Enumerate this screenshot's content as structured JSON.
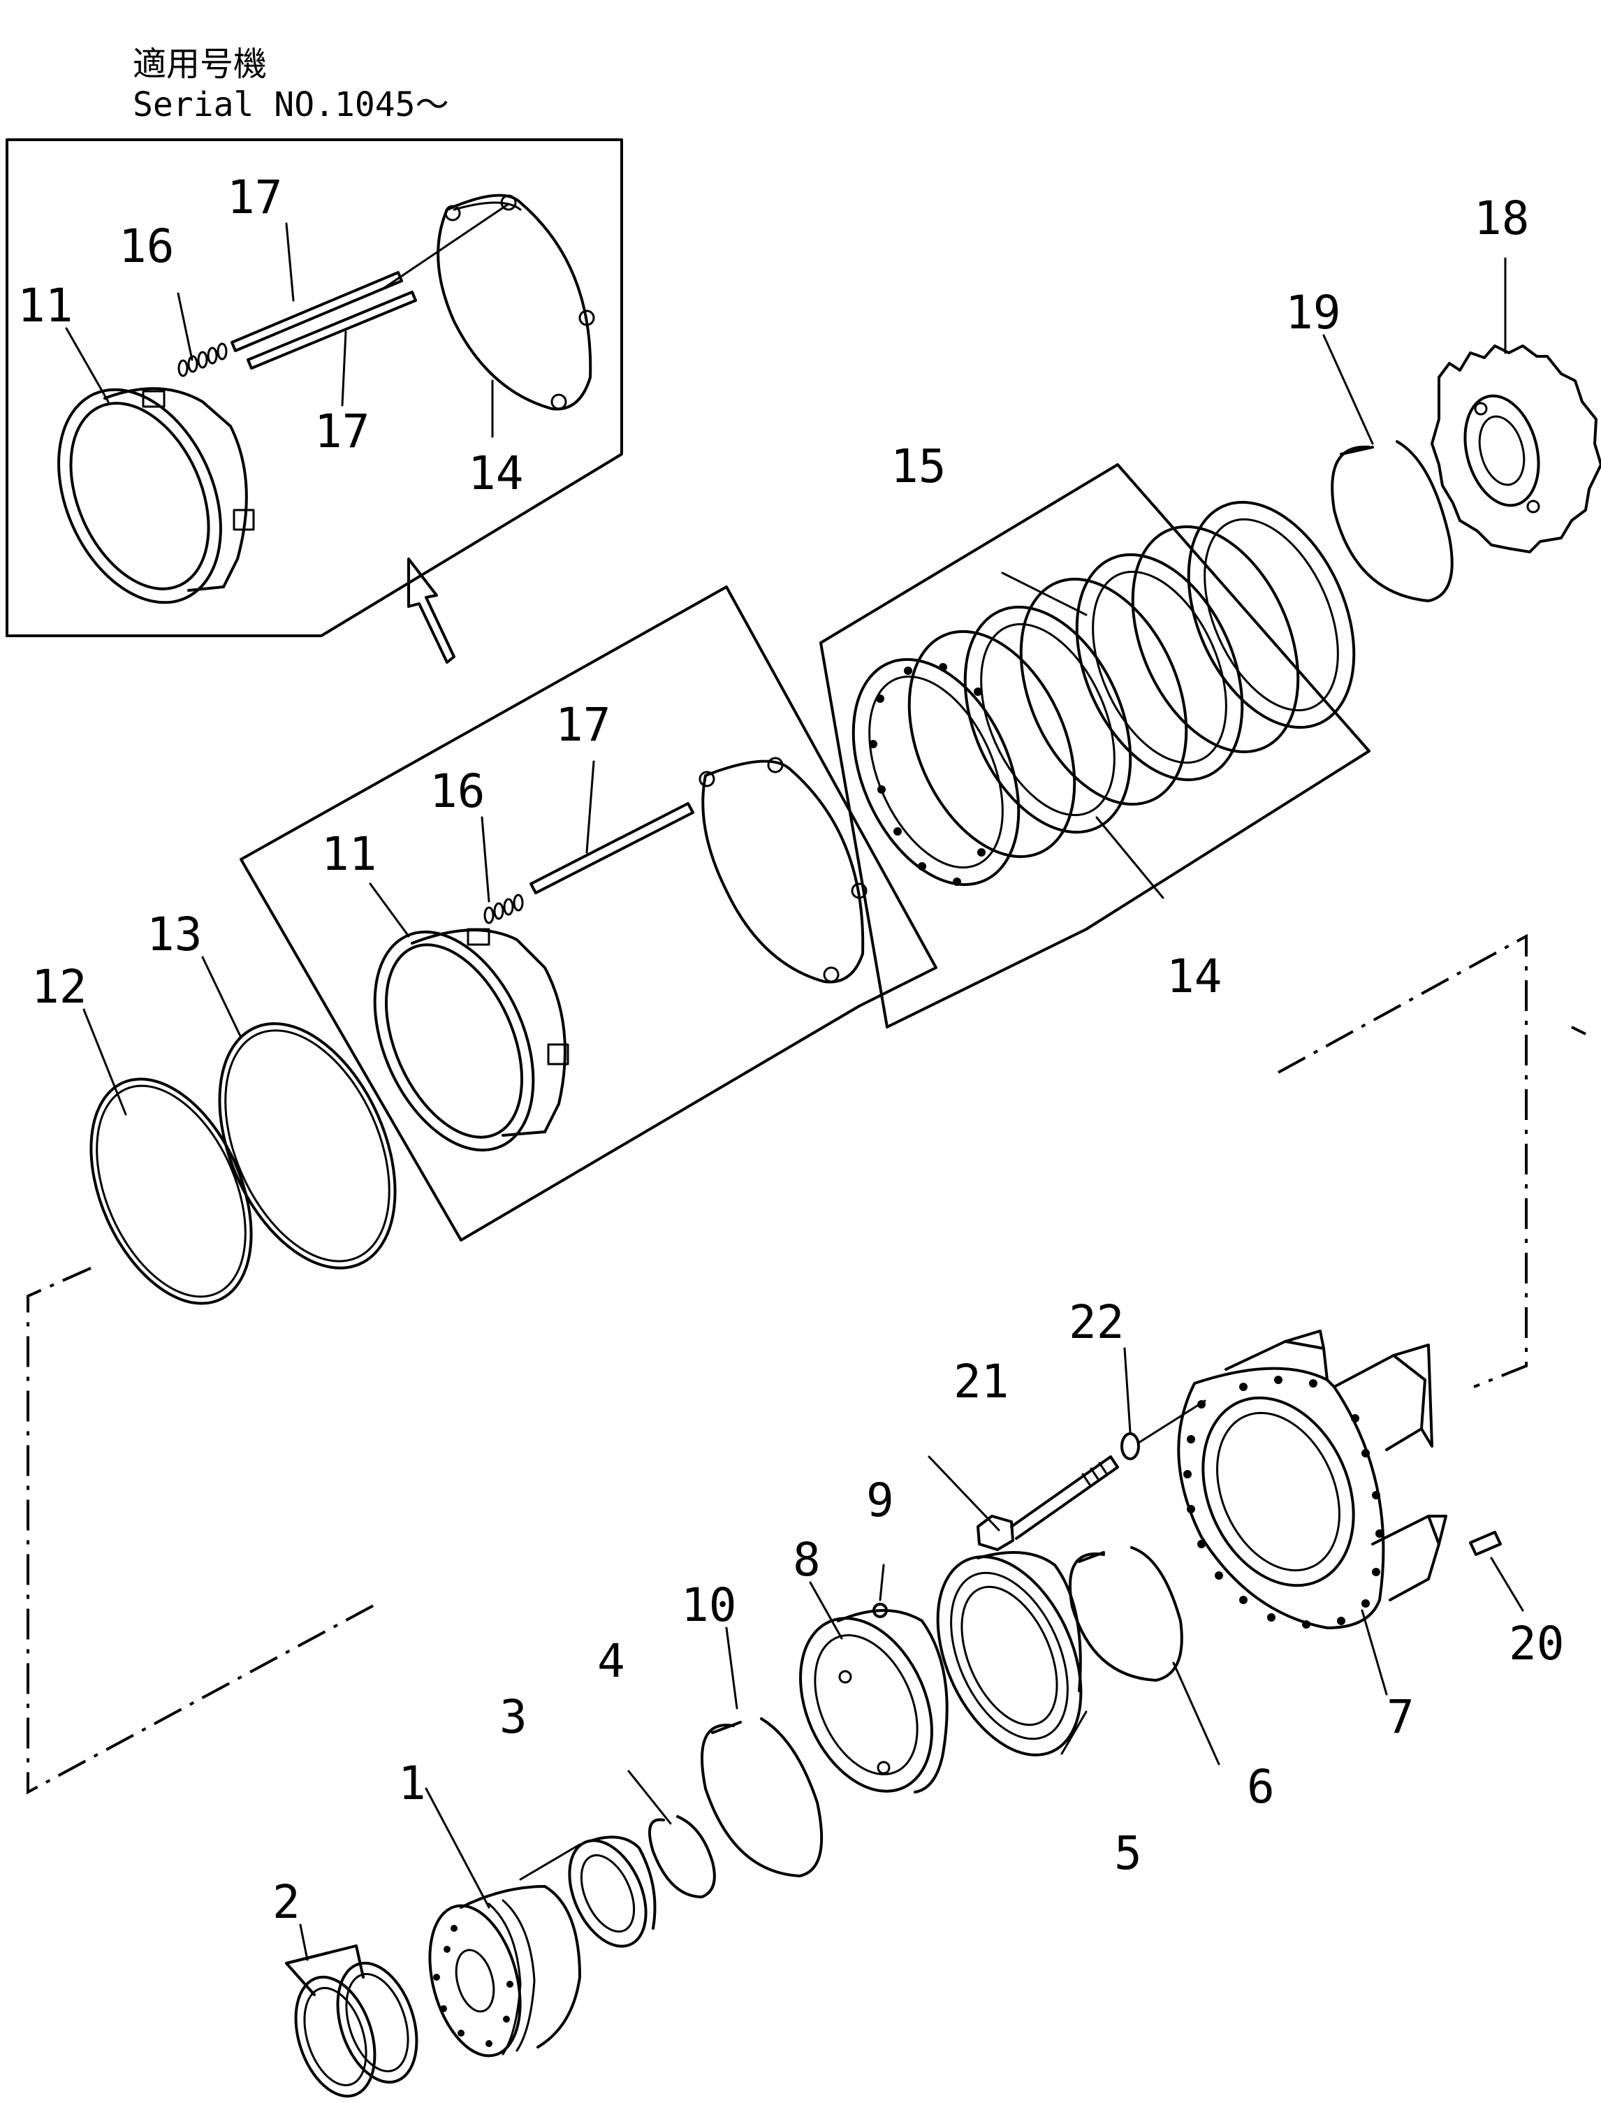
{
  "header": {
    "line1": "適用号機",
    "line2": "Serial NO.1045～"
  },
  "callouts": {
    "c1": "1",
    "c2": "2",
    "c3": "3",
    "c4": "4",
    "c5": "5",
    "c6": "6",
    "c7": "7",
    "c8": "8",
    "c9": "9",
    "c10": "10",
    "c11a": "11",
    "c11b": "11",
    "c12": "12",
    "c13": "13",
    "c14a": "14",
    "c14b": "14",
    "c15": "15",
    "c16a": "16",
    "c16b": "16",
    "c17a": "17",
    "c17b": "17",
    "c17c": "17",
    "c18": "18",
    "c19": "19",
    "c20": "20",
    "c21": "21",
    "c22": "22"
  }
}
